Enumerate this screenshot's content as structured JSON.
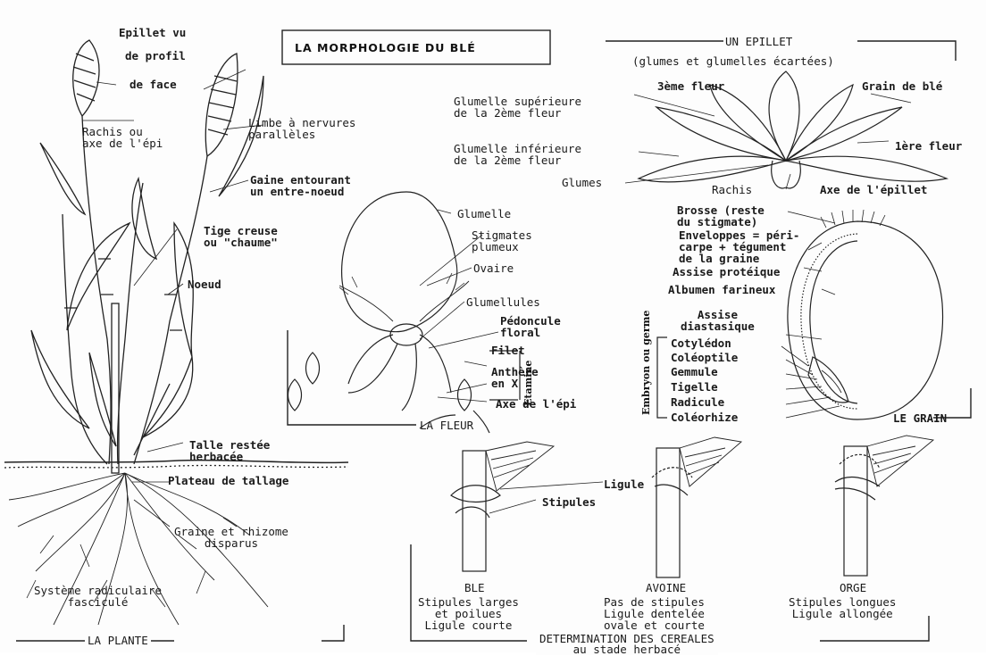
{
  "title": "LA MORPHOLOGIE DU BLÉ",
  "plante": {
    "caption": "LA PLANTE",
    "labels": {
      "epillet_vu": "Epillet vu",
      "de_profil": "de profil",
      "de_face": "de face",
      "rachis": "Rachis ou\naxe de l'épi",
      "limbe": "Limbe à nervures\nparallèles",
      "gaine": "Gaine entourant\nun entre-noeud",
      "tige": "Tige creuse\nou \"chaume\"",
      "noeud": "Noeud",
      "talle": "Talle restée\nherbacée",
      "plateau": "Plateau de tallage",
      "graine": "Graine et rhizome\ndisparus",
      "systeme": "Système radiculaire\nfasciculé"
    }
  },
  "epillet": {
    "caption": "UN EPILLET",
    "subcaption": "(glumes et glumelles écartées)",
    "labels": {
      "fleur3": "3ème fleur",
      "grain": "Grain de blé",
      "glumelle_sup": "Glumelle supérieure\nde la 2ème fleur",
      "glumelle_inf": "Glumelle inférieure\nde la 2ème fleur",
      "fleur1": "1ère fleur",
      "glumes": "Glumes",
      "rachis": "Rachis",
      "axe": "Axe de l'épillet"
    }
  },
  "fleur": {
    "caption": "LA FLEUR",
    "labels": {
      "glumelle": "Glumelle",
      "stigmates": "Stigmates\nplumeux",
      "ovaire": "Ovaire",
      "glumellules": "Glumellules",
      "pedoncule": "Pédoncule\nfloral",
      "filet": "Filet",
      "anthere": "Anthère\nen X",
      "etamine": "Etamine",
      "axe": "Axe de l'épi"
    }
  },
  "grain": {
    "caption": "LE GRAIN",
    "labels": {
      "brosse": "Brosse (reste\ndu stigmate)",
      "enveloppes": "Enveloppes = péri-\ncarpe + tégument\nde la graine",
      "assise_proteique": "Assise protéique",
      "albumen": "Albumen farineux",
      "assise_diastasique": "Assise\ndiastasique",
      "embryon": "Embryon ou germe",
      "cotyledon": "Cotylédon",
      "coleoptile": "Coléoptile",
      "gemmule": "Gemmule",
      "tigelle": "Tigelle",
      "radicule": "Radicule",
      "coleorhize": "Coléorhize"
    }
  },
  "cereales": {
    "caption": "DETERMINATION DES CEREALES\nau stade herbacé",
    "labels": {
      "ligule": "Ligule",
      "stipules": "Stipules"
    },
    "items": [
      {
        "name": "BLE",
        "desc": "Stipules larges\net poilues\nLigule courte"
      },
      {
        "name": "AVOINE",
        "desc": "Pas de stipules\nLigule dentelée\novale et courte"
      },
      {
        "name": "ORGE",
        "desc": "Stipules longues\nLigule allongée"
      }
    ]
  }
}
